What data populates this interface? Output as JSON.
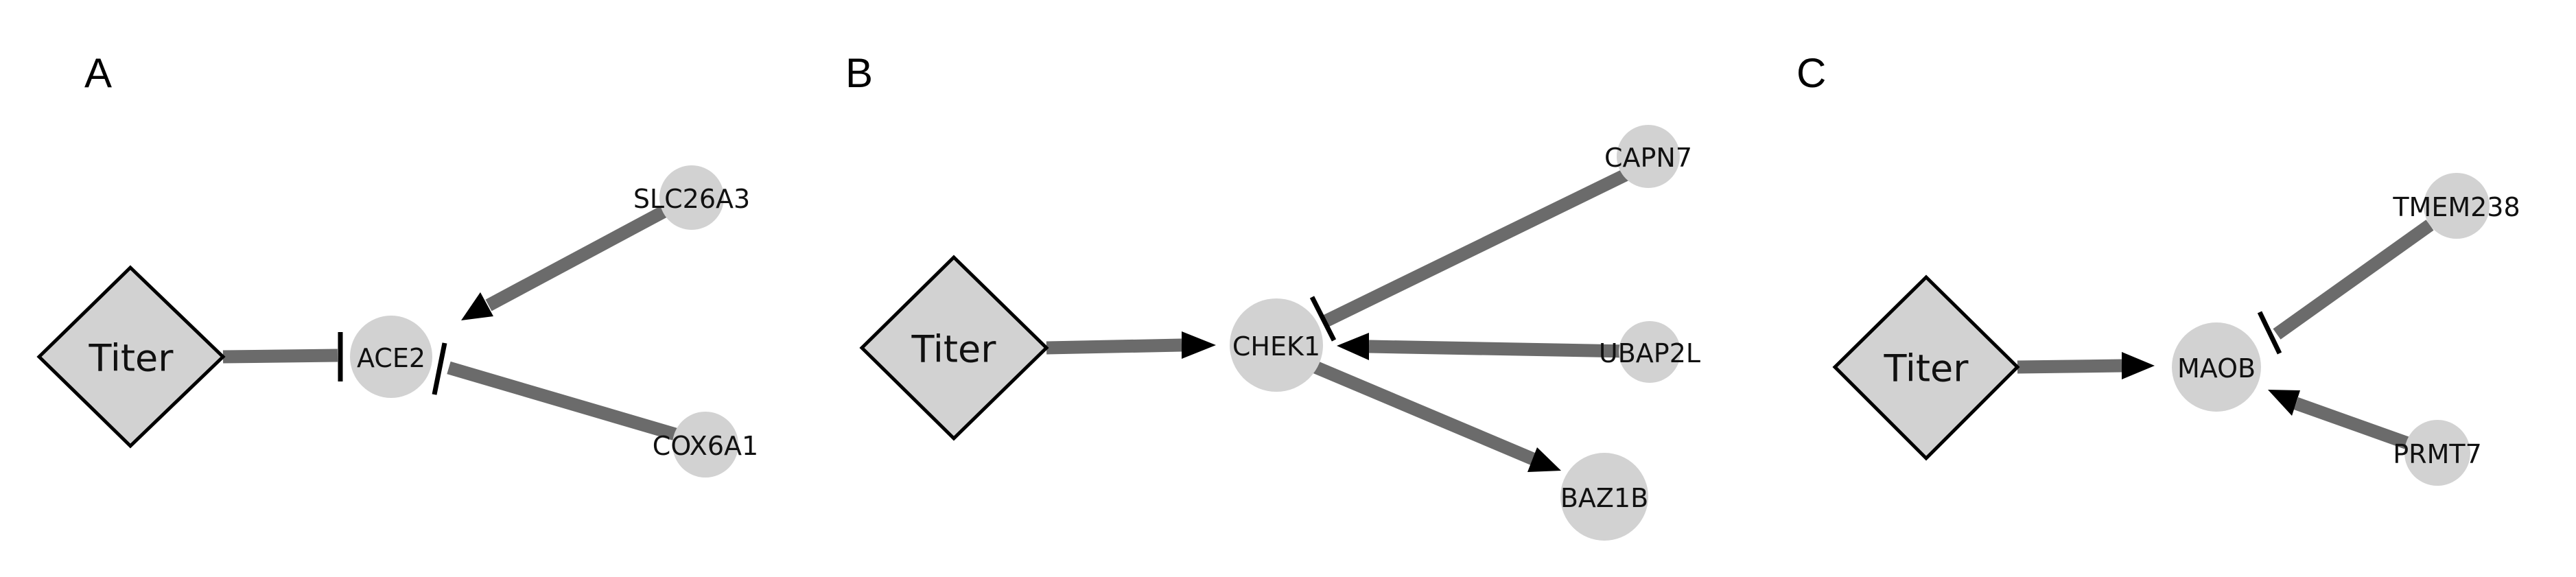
{
  "panels": [
    {
      "letter": "A",
      "titer": "Titer",
      "genes": [
        "ACE2",
        "SLC26A3",
        "COX6A1"
      ],
      "edges": [
        {
          "from": "Titer",
          "to": "ACE2",
          "type": "inhibition"
        },
        {
          "from": "SLC26A3",
          "to": "ACE2",
          "type": "activation"
        },
        {
          "from": "COX6A1",
          "to": "ACE2",
          "type": "inhibition"
        }
      ]
    },
    {
      "letter": "B",
      "titer": "Titer",
      "genes": [
        "CHEK1",
        "CAPN7",
        "UBAP2L",
        "BAZ1B"
      ],
      "edges": [
        {
          "from": "Titer",
          "to": "CHEK1",
          "type": "activation"
        },
        {
          "from": "CAPN7",
          "to": "CHEK1",
          "type": "inhibition"
        },
        {
          "from": "UBAP2L",
          "to": "CHEK1",
          "type": "activation"
        },
        {
          "from": "CHEK1",
          "to": "BAZ1B",
          "type": "activation"
        }
      ]
    },
    {
      "letter": "C",
      "titer": "Titer",
      "genes": [
        "MAOB",
        "TMEM238",
        "PRMT7"
      ],
      "edges": [
        {
          "from": "Titer",
          "to": "MAOB",
          "type": "activation"
        },
        {
          "from": "TMEM238",
          "to": "MAOB",
          "type": "inhibition"
        },
        {
          "from": "PRMT7",
          "to": "MAOB",
          "type": "activation"
        }
      ]
    }
  ],
  "colors": {
    "node_fill": "#d2d2d2",
    "edge": "#6b6b6b",
    "marker": "#000000"
  }
}
